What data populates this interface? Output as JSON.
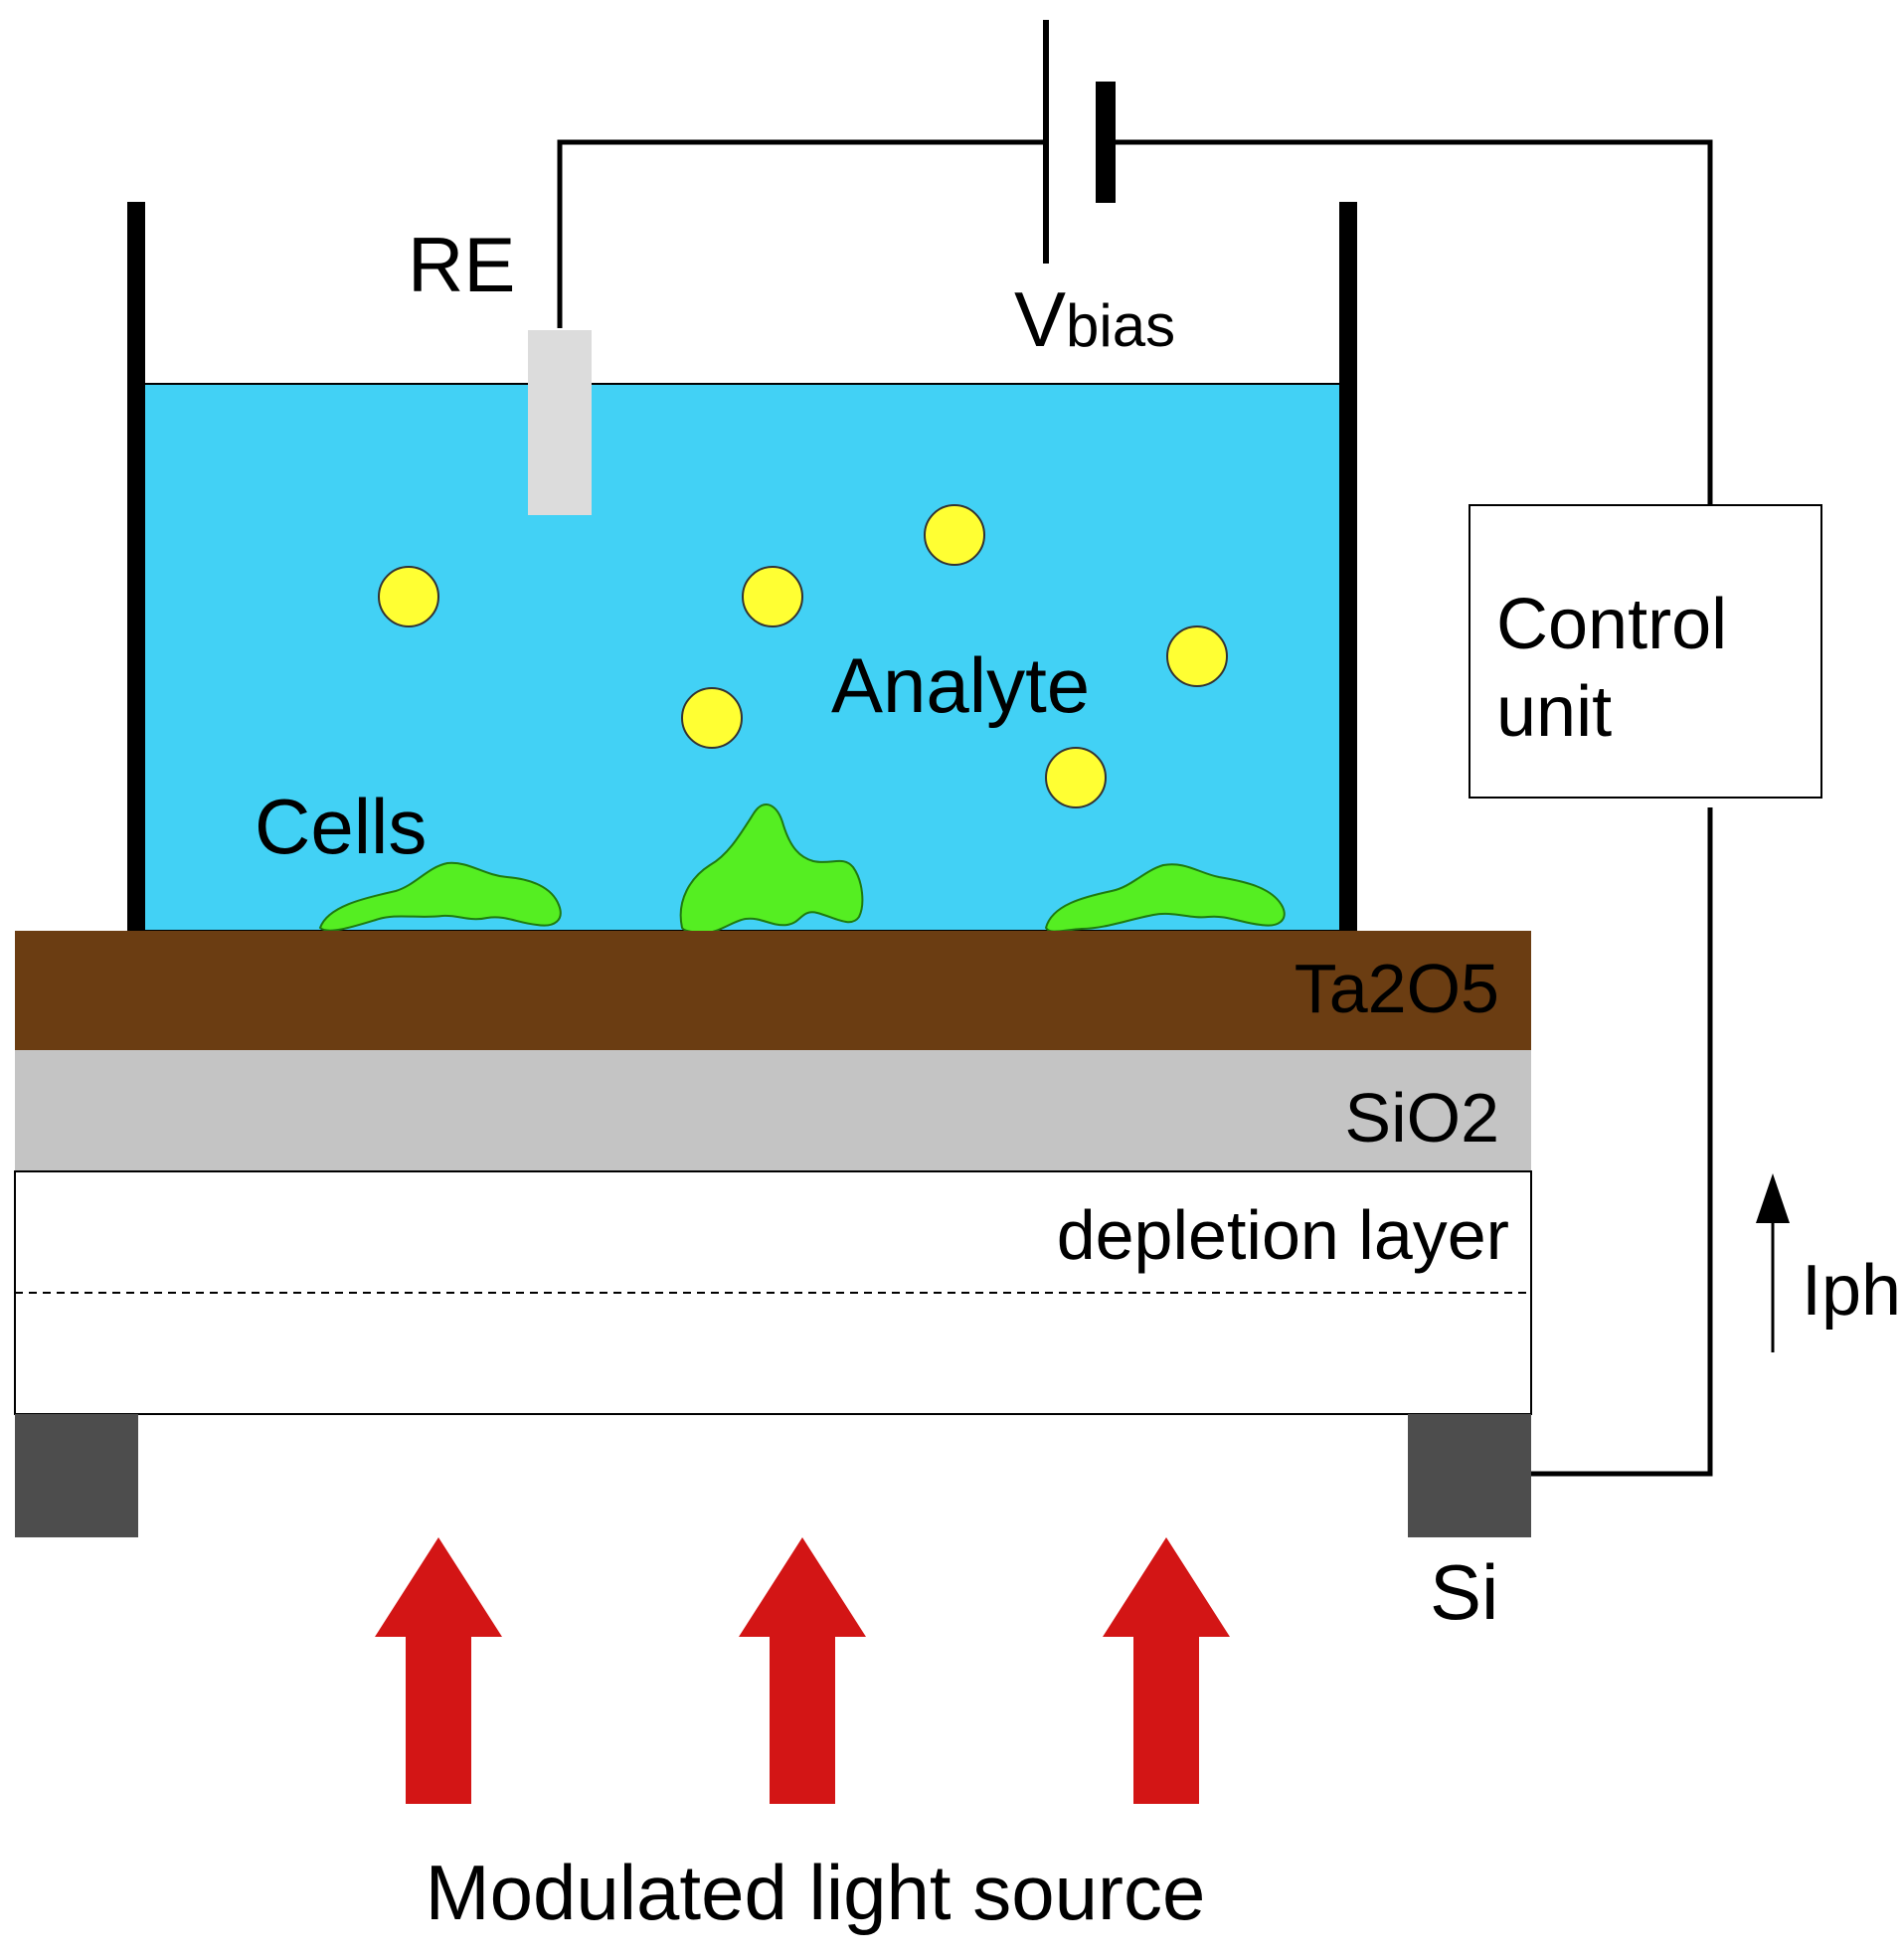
{
  "labels": {
    "re": "RE",
    "vbias_main": "V",
    "vbias_sub": "bias",
    "analyte": "Analyte",
    "cells": "Cells",
    "control_unit_line1": "Control",
    "control_unit_line2": "unit",
    "ta2o5": "Ta2O5",
    "sio2": "SiO2",
    "depletion_layer": "depletion layer",
    "si": "Si",
    "iph": "Iph",
    "light_source": "Modulated light source"
  },
  "colors": {
    "solution": "#42d1f5",
    "ta2o5_layer": "#6b3d12",
    "sio2_layer": "#c4c4c4",
    "reference_electrode": "#dcdcdc",
    "analyte_particle": "#ffff33",
    "cell": "#55ee22",
    "light_arrow": "#d31515",
    "contact": "#4d4d4d",
    "wire": "#000000"
  },
  "icons": {
    "battery": "battery-symbol-icon",
    "light": "up-arrow-icon",
    "current": "current-arrow-icon"
  }
}
